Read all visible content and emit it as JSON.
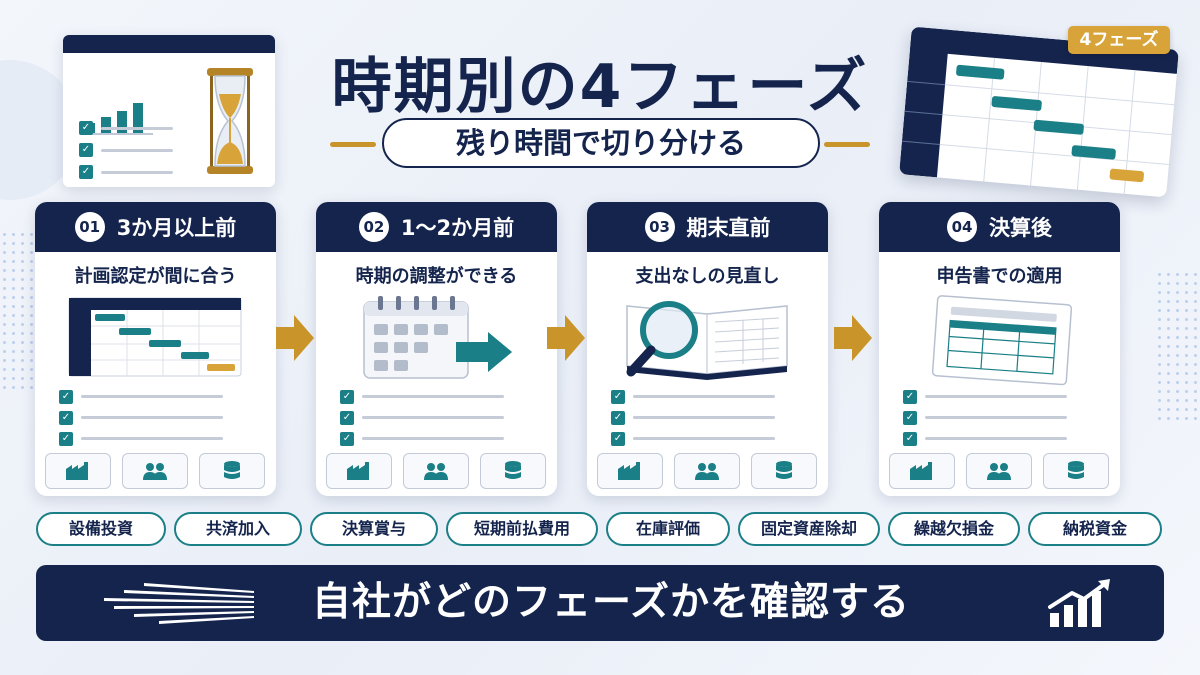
{
  "title": "時期別の4フェーズ",
  "subtitle": "残り時間で切り分ける",
  "badge": "4フェーズ",
  "phases": [
    {
      "num": "01",
      "period": "3か月以上前",
      "desc": "計画認定が間に合う",
      "illustration": "gantt-chart-icon"
    },
    {
      "num": "02",
      "period": "1〜2か月前",
      "desc": "時期の調整ができる",
      "illustration": "calendar-arrow-icon"
    },
    {
      "num": "03",
      "period": "期末直前",
      "desc": "支出なしの見直し",
      "illustration": "magnifier-ledger-icon"
    },
    {
      "num": "04",
      "period": "決算後",
      "desc": "申告書での適用",
      "illustration": "tax-form-icon"
    }
  ],
  "card_icons": [
    "factory-icon",
    "people-icon",
    "database-icon"
  ],
  "tags": [
    "設備投資",
    "共済加入",
    "決算賞与",
    "短期前払費用",
    "在庫評価",
    "固定資産除却",
    "繰越欠損金",
    "納税資金"
  ],
  "banner": "自社がどのフェーズかを確認する",
  "colors": {
    "navy": "#14244d",
    "teal": "#1a7f86",
    "gold": "#d8a43a",
    "arrow": "#c9952a"
  }
}
